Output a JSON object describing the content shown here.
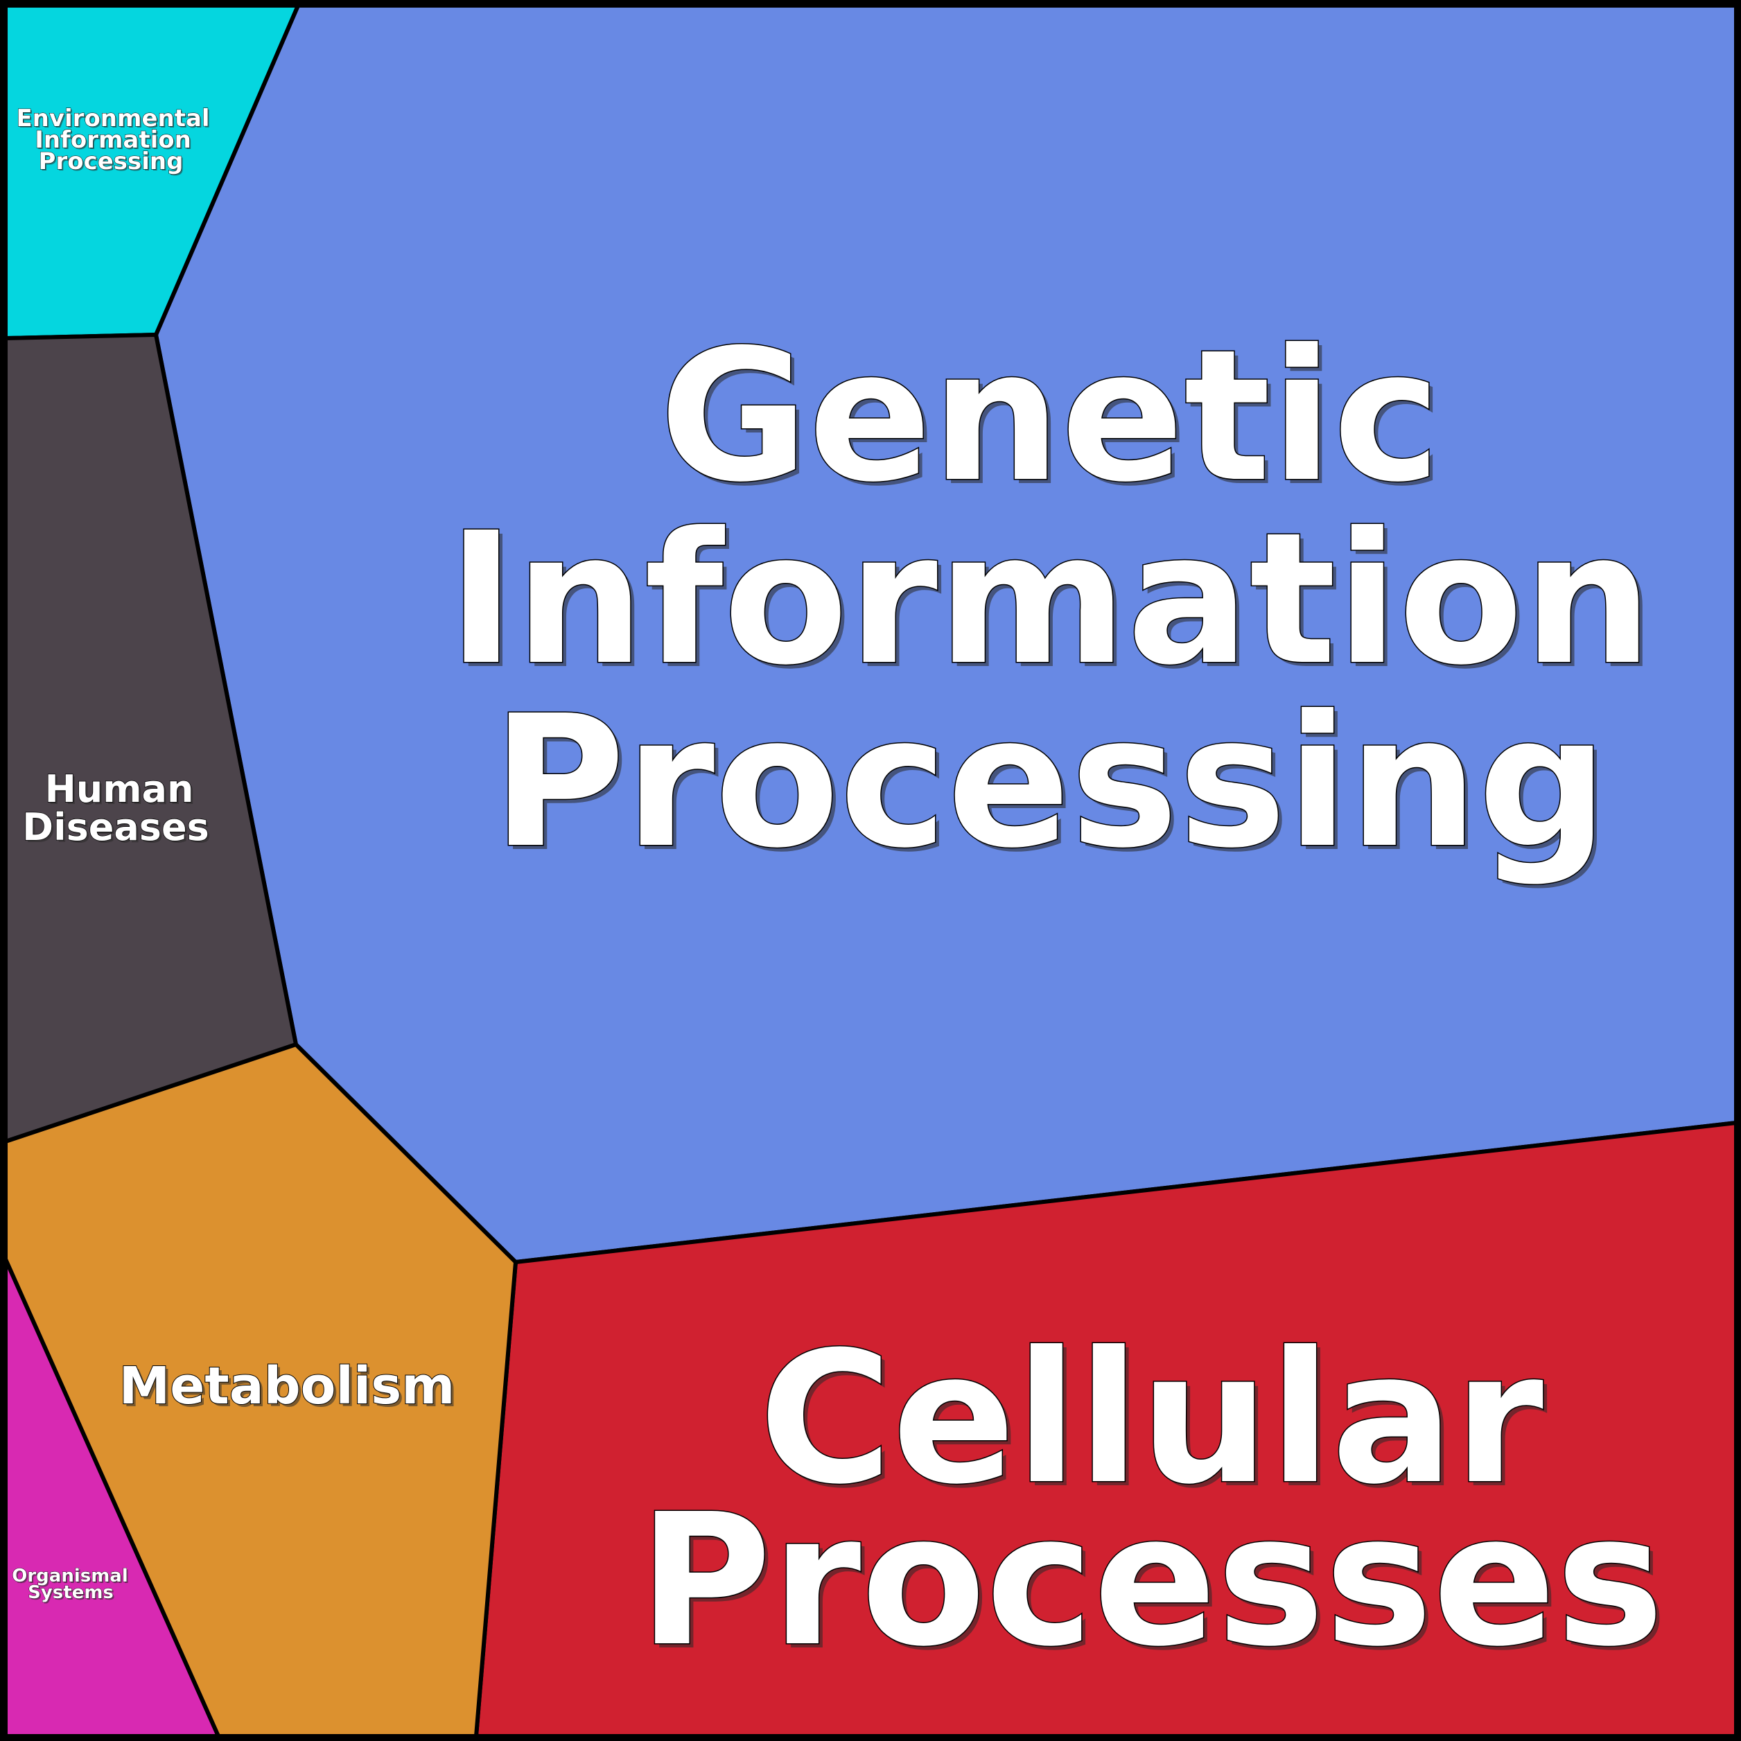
{
  "diagram": {
    "type": "voronoi-treemap",
    "border_color": "#000000",
    "regions": [
      {
        "id": "genetic-information-processing",
        "lines": [
          "Genetic",
          "Information",
          "Processing"
        ],
        "color": "#6889E4"
      },
      {
        "id": "cellular-processes",
        "lines": [
          "Cellular",
          "Processes"
        ],
        "color": "#D02130"
      },
      {
        "id": "environmental-information-processing",
        "lines": [
          "Environmental",
          "Information",
          "Processing"
        ],
        "color": "#05D6DF"
      },
      {
        "id": "human-diseases",
        "lines": [
          "Human",
          "Diseases"
        ],
        "color": "#4C444B"
      },
      {
        "id": "metabolism",
        "lines": [
          "Metabolism"
        ],
        "color": "#DC912F"
      },
      {
        "id": "organismal-systems",
        "lines": [
          "Organismal",
          "Systems"
        ],
        "color": "#D829B2"
      }
    ]
  }
}
